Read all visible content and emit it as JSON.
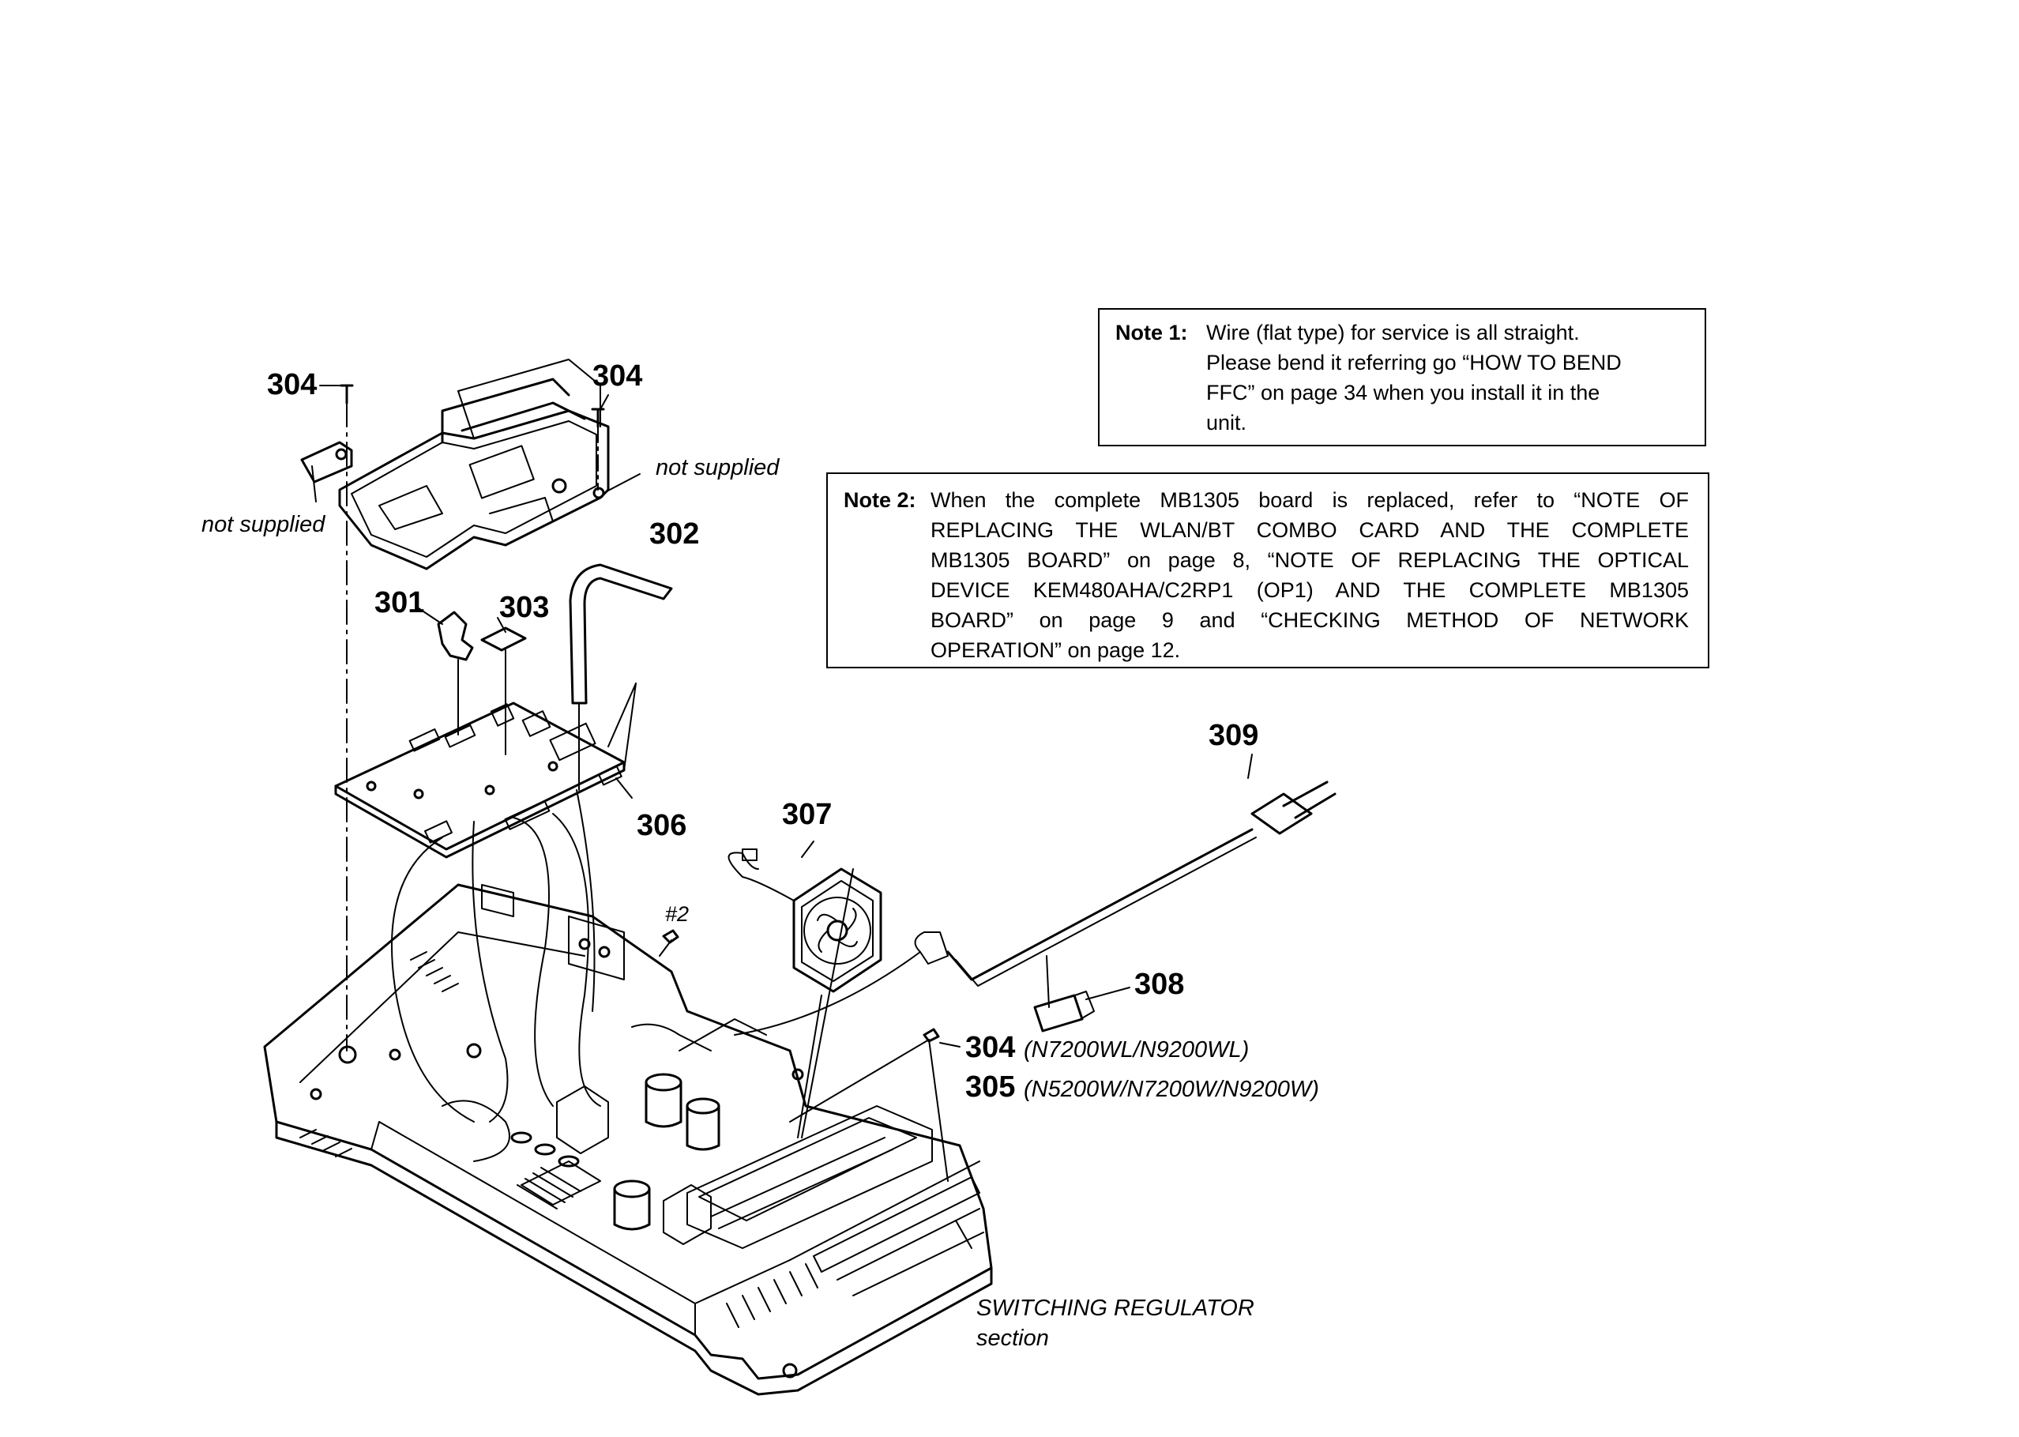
{
  "note1": {
    "label": "Note 1:",
    "lines": [
      "Wire (flat type) for service is all straight.",
      "Please bend it referring go “HOW TO BEND",
      "FFC” on page 34 when you install it in the",
      "unit."
    ]
  },
  "note2": {
    "label": "Note 2:",
    "lines": [
      "When the complete MB1305 board is replaced, refer to “NOTE OF",
      "REPLACING THE WLAN/BT COMBO CARD AND THE COMPLETE",
      "MB1305 BOARD” on page 8, “NOTE OF REPLACING THE OPTICAL",
      "DEVICE KEM480AHA/C2RP1 (OP1) AND THE COMPLETE MB1305",
      "BOARD” on page 9 and “CHECKING METHOD OF NETWORK",
      "OPERATION” on page 12."
    ]
  },
  "callouts": {
    "c304_left": "304",
    "c304_top": "304",
    "c302": "302",
    "c301": "301",
    "c303": "303",
    "c306": "306",
    "c307": "307",
    "c309": "309",
    "c308": "308",
    "c304_right": "304",
    "c304_right_variant": "(N7200WL/N9200WL)",
    "c305": "305",
    "c305_variant": "(N5200W/N7200W/N9200W)",
    "screw_2": "#2"
  },
  "labels": {
    "not_supplied_right": "not supplied",
    "not_supplied_left": "not supplied",
    "switching_line1": "SWITCHING REGULATOR",
    "switching_line2": "section"
  }
}
